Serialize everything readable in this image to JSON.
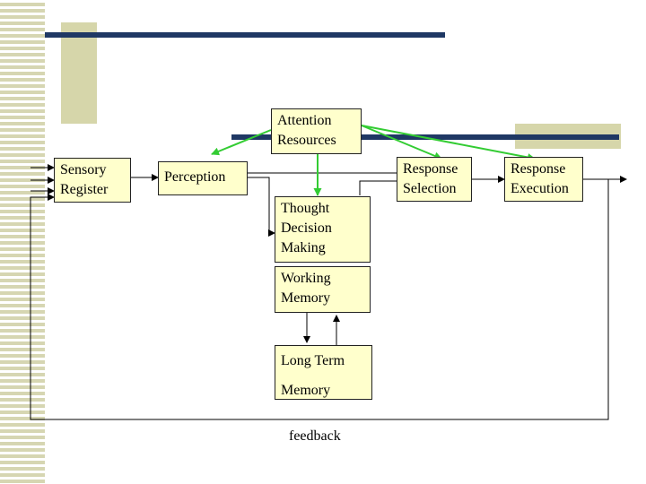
{
  "diagram": {
    "attention": {
      "line1": "Attention",
      "line2": "Resources"
    },
    "sensory": {
      "line1": "Sensory",
      "line2": "Register"
    },
    "perception": {
      "label": "Perception"
    },
    "response_selection": {
      "line1": "Response",
      "line2": "Selection"
    },
    "response_execution": {
      "line1": "Response",
      "line2": "Execution"
    },
    "thought": {
      "line1": "Thought",
      "line2": "Decision",
      "line3": "Making"
    },
    "working_memory": {
      "line1": "Working",
      "line2": "Memory"
    },
    "long_term": {
      "line1": "Long Term",
      "line2": "Memory"
    },
    "feedback": {
      "label": "feedback"
    }
  },
  "colors": {
    "box_fill": "#ffffcc",
    "attention_arrow": "#33cc33",
    "accent_bar": "#1f3864",
    "tan_block": "#d6d6aa"
  }
}
